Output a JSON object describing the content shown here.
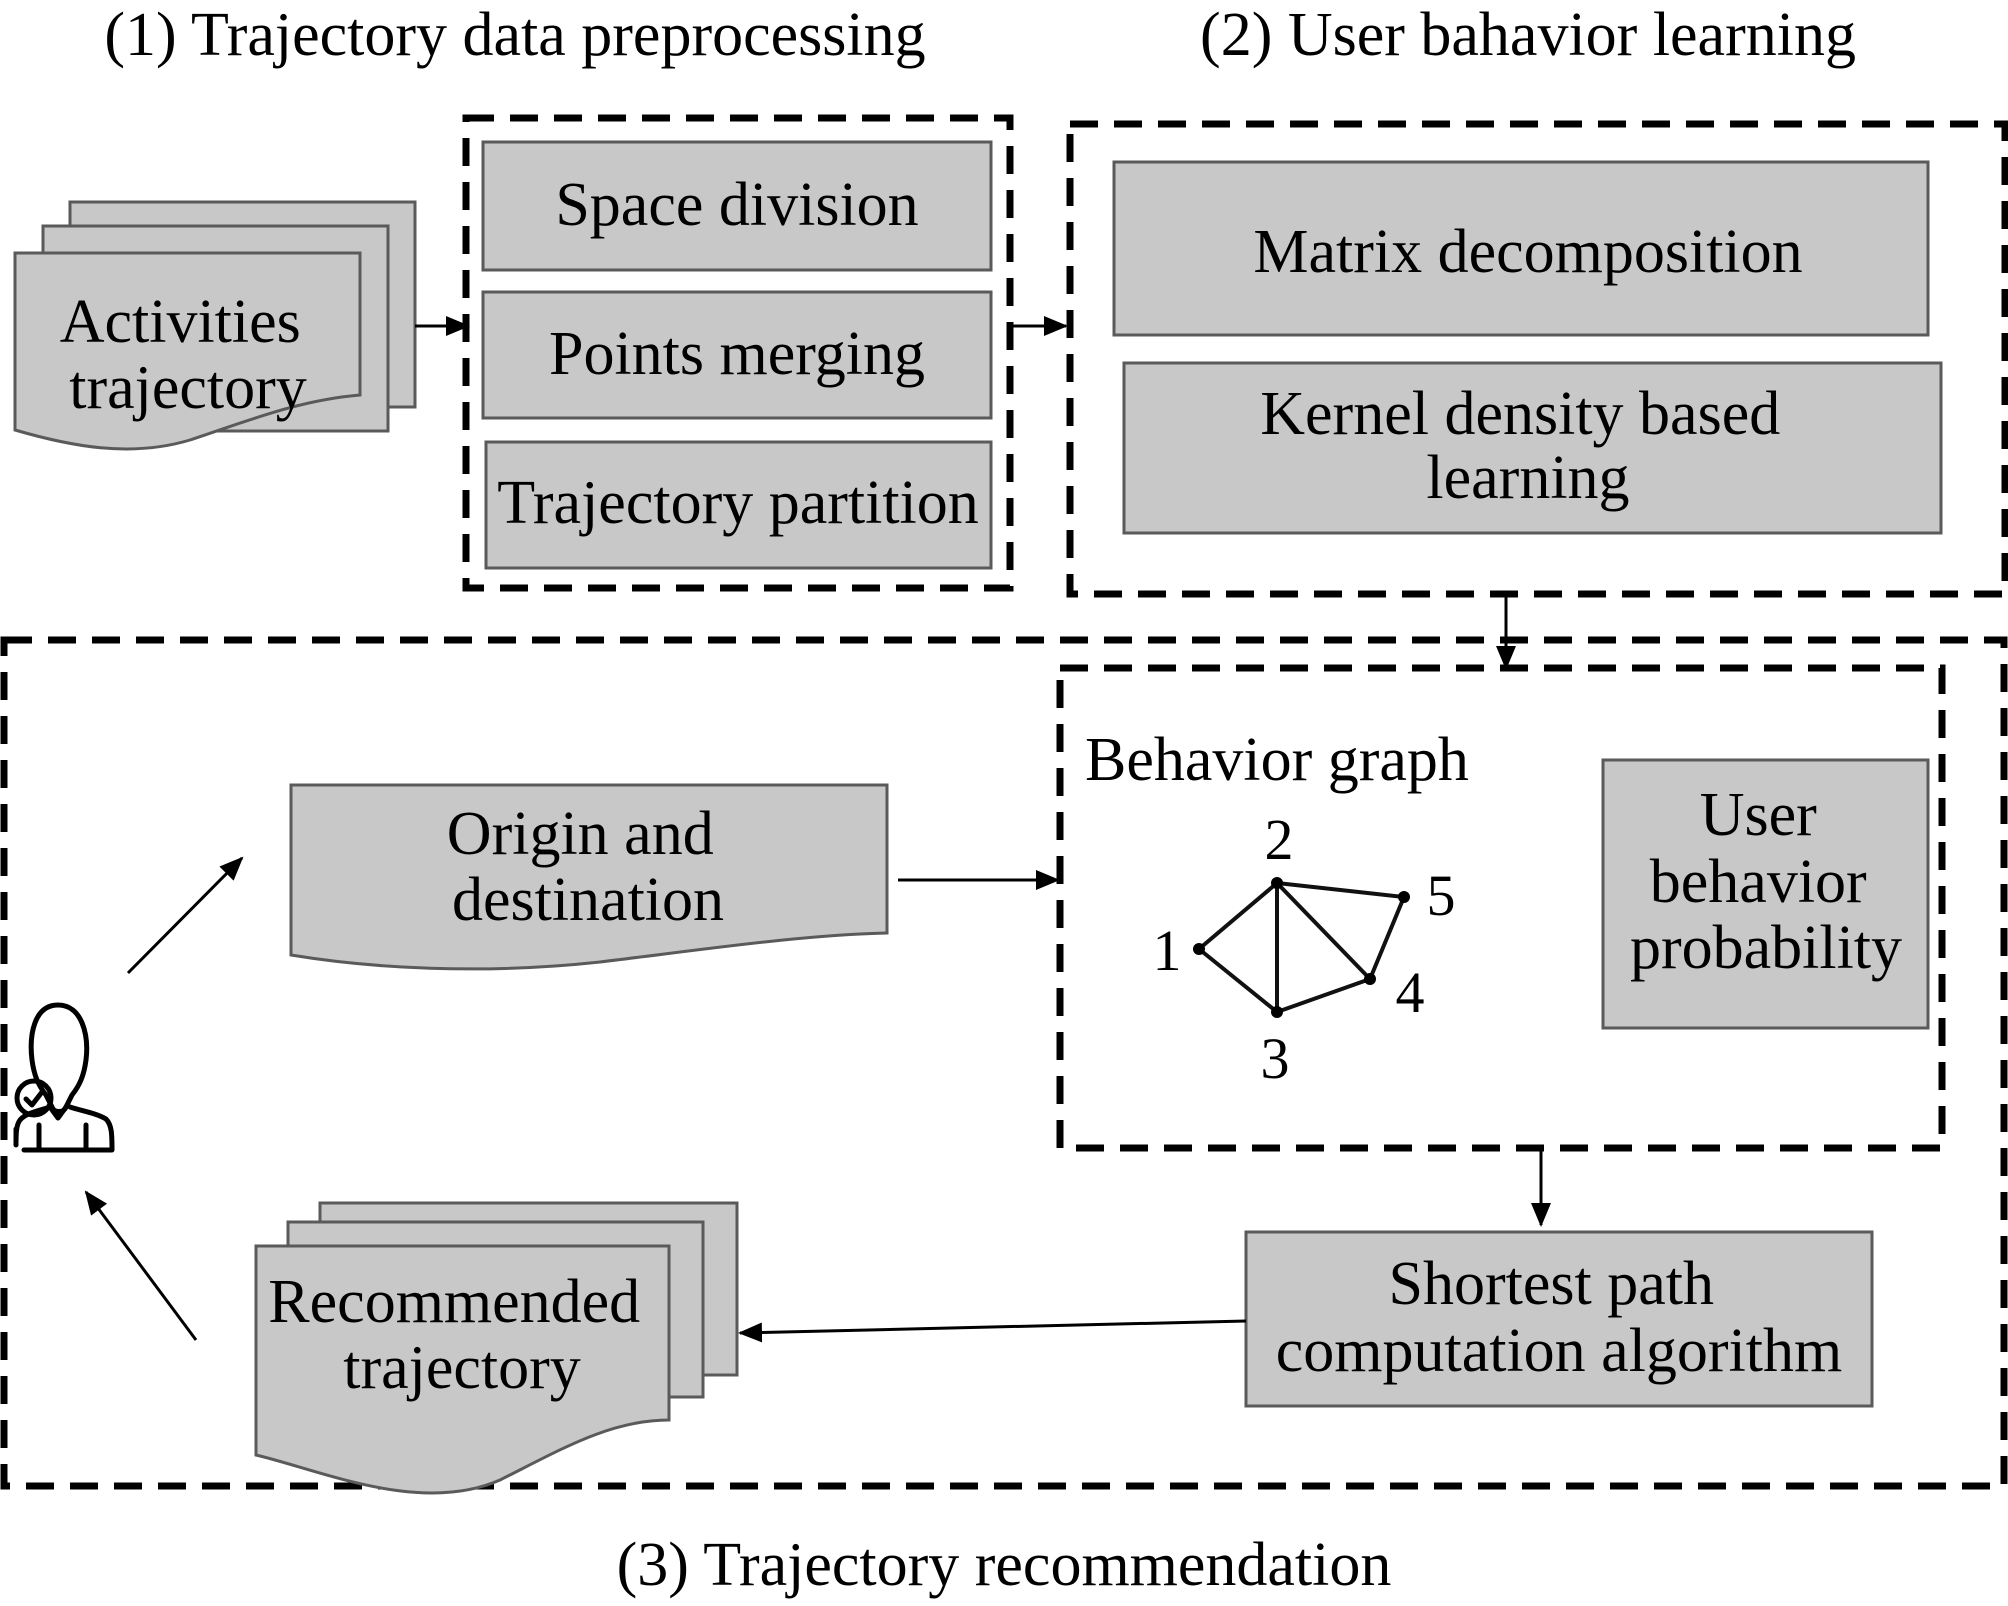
{
  "sections": {
    "preprocessing": {
      "title": "(1) Trajectory data preprocessing"
    },
    "learning": {
      "title": "(2) User bahavior learning"
    },
    "recommendation": {
      "title": "(3) Trajectory recommendation"
    }
  },
  "input": {
    "lines": [
      "Activities",
      "trajectory"
    ]
  },
  "preprocessing_steps": [
    {
      "label": "Space division"
    },
    {
      "label": "Points merging"
    },
    {
      "label": "Trajectory partition"
    }
  ],
  "learning_steps": [
    {
      "lines": [
        "Matrix decomposition"
      ]
    },
    {
      "lines": [
        "Kernel density based",
        "learning"
      ]
    }
  ],
  "recommendation": {
    "od": {
      "lines": [
        "Origin and",
        "destination"
      ]
    },
    "behavior_graph": {
      "title": "Behavior graph",
      "nodes": [
        "1",
        "2",
        "3",
        "4",
        "5"
      ],
      "edges": [
        [
          "1",
          "2"
        ],
        [
          "1",
          "3"
        ],
        [
          "2",
          "3"
        ],
        [
          "2",
          "4"
        ],
        [
          "2",
          "5"
        ],
        [
          "3",
          "4"
        ],
        [
          "4",
          "5"
        ]
      ]
    },
    "probability": {
      "lines": [
        "User",
        "behavior",
        "probability"
      ]
    },
    "shortest_path": {
      "lines": [
        "Shortest path",
        "computation algorithm"
      ]
    },
    "output": {
      "lines": [
        "Recommended",
        "trajectory"
      ]
    },
    "user_icon": "user-check-icon"
  }
}
